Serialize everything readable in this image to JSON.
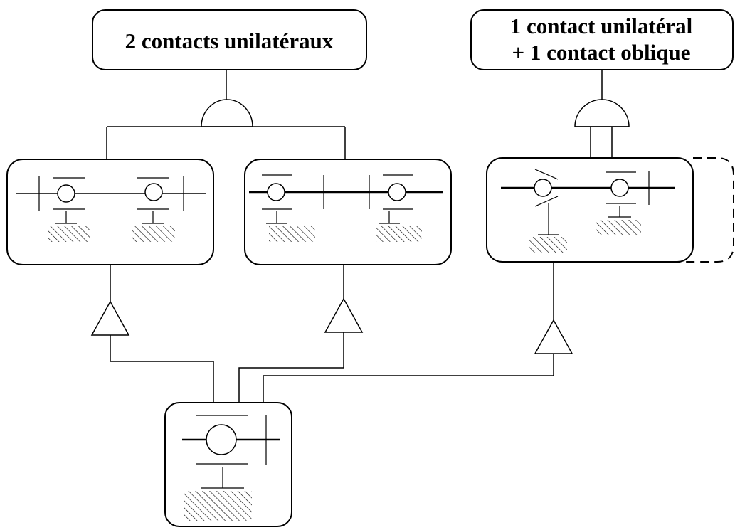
{
  "labels": {
    "left_title": "2 contacts unilatéraux",
    "right_title_line1": "1 contact unilatéral",
    "right_title_line2": "+ 1 contact oblique"
  },
  "colors": {
    "stroke": "#000000",
    "background": "#ffffff"
  }
}
